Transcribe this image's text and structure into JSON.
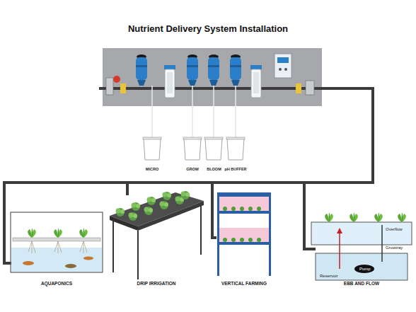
{
  "diagram": {
    "title": "Nutrient Delivery System Installation",
    "nodes": [
      {
        "text": [
          "MICRO"
        ]
      },
      {
        "text": [
          "GROW"
        ]
      },
      {
        "text": [
          "BLOOM"
        ]
      },
      {
        "text": [
          "pH BUFFER"
        ]
      },
      {
        "text": [
          "AQUAPONICS"
        ]
      },
      {
        "text": [
          "DRIP IRRIGATION"
        ]
      },
      {
        "text": [
          "VERTICAL FARMING"
        ]
      },
      {
        "text": [
          "EBB AND FLOW"
        ]
      }
    ],
    "labels": [
      "Overflow",
      "Growtray",
      "Reservoir",
      "Pump"
    ]
  }
}
